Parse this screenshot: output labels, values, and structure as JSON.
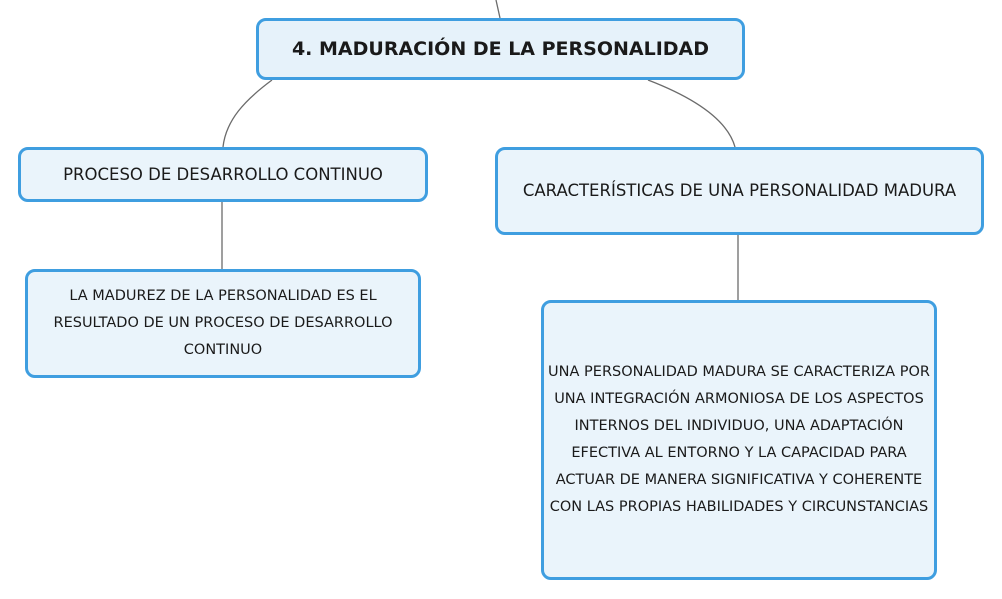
{
  "central_topic": {
    "title": "4. MADURACIÓN DE LA PERSONALIDAD"
  },
  "branches": [
    {
      "label": "PROCESO DE DESARROLLO CONTINUO",
      "detail": "LA MADUREZ DE LA PERSONALIDAD ES EL RESULTADO DE UN PROCESO DE DESARROLLO CONTINUO"
    },
    {
      "label": "CARACTERÍSTICAS DE UNA PERSONALIDAD MADURA",
      "detail": "UNA PERSONALIDAD MADURA SE CARACTERIZA POR UNA INTEGRACIÓN ARMONIOSA DE LOS ASPECTOS INTERNOS DEL INDIVIDUO, UNA ADAPTACIÓN EFECTIVA AL ENTORNO Y LA CAPACIDAD PARA ACTUAR DE MANERA SIGNIFICATIVA Y COHERENTE CON LAS PROPIAS HABILIDADES Y CIRCUNSTANCIAS"
    }
  ],
  "colors": {
    "node_border": "#3f9ee0",
    "node_fill": "#eaf4fb",
    "connector": "#6b6b6b",
    "text": "#1a1a1a"
  }
}
